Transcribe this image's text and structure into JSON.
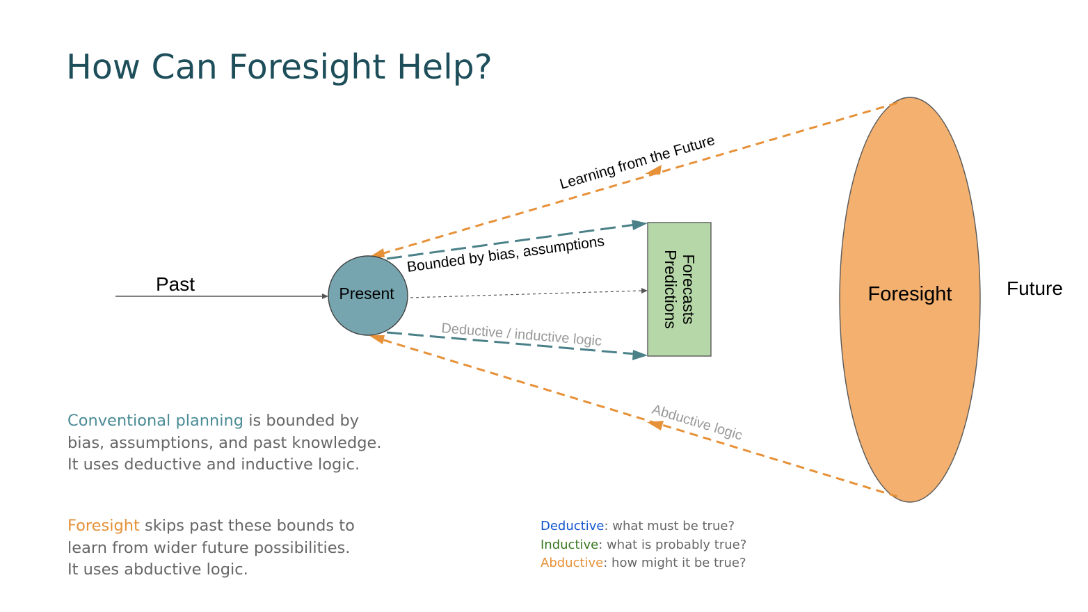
{
  "slide": {
    "title": "How Can Foresight Help?"
  },
  "diagram": {
    "past_label": "Past",
    "present_label": "Present",
    "forecasts_box": {
      "line1": "Forecasts",
      "line2": "Predictions"
    },
    "foresight_label": "Foresight",
    "future_label": "Future",
    "arrow_labels": {
      "learning": "Learning from the Future",
      "bounded": "Bounded by bias, assumptions",
      "deductive_inductive": "Deductive / inductive logic",
      "abductive": "Abductive logic"
    },
    "colors": {
      "teal_arrow": "#4a8088",
      "orange_arrow": "#e69138",
      "present_fill": "#76a5af",
      "forecast_fill": "#b6d7a8",
      "foresight_fill": "#f3b06f"
    }
  },
  "conventional": {
    "highlight": "Conventional planning",
    "line1_rest": " is bounded by",
    "line2": "bias, assumptions, and past knowledge.",
    "line3": "It uses deductive and inductive logic."
  },
  "foresight_text": {
    "highlight": "Foresight",
    "line1_rest": " skips past these bounds to",
    "line2": "learn from wider future possibilities.",
    "line3": "It uses abductive logic."
  },
  "legend": {
    "deductive": {
      "term": "Deductive",
      "desc": ": what must be true?"
    },
    "inductive": {
      "term": "Inductive",
      "desc": ": what is probably true?"
    },
    "abductive": {
      "term": "Abductive",
      "desc": ": how might it be true?"
    }
  }
}
